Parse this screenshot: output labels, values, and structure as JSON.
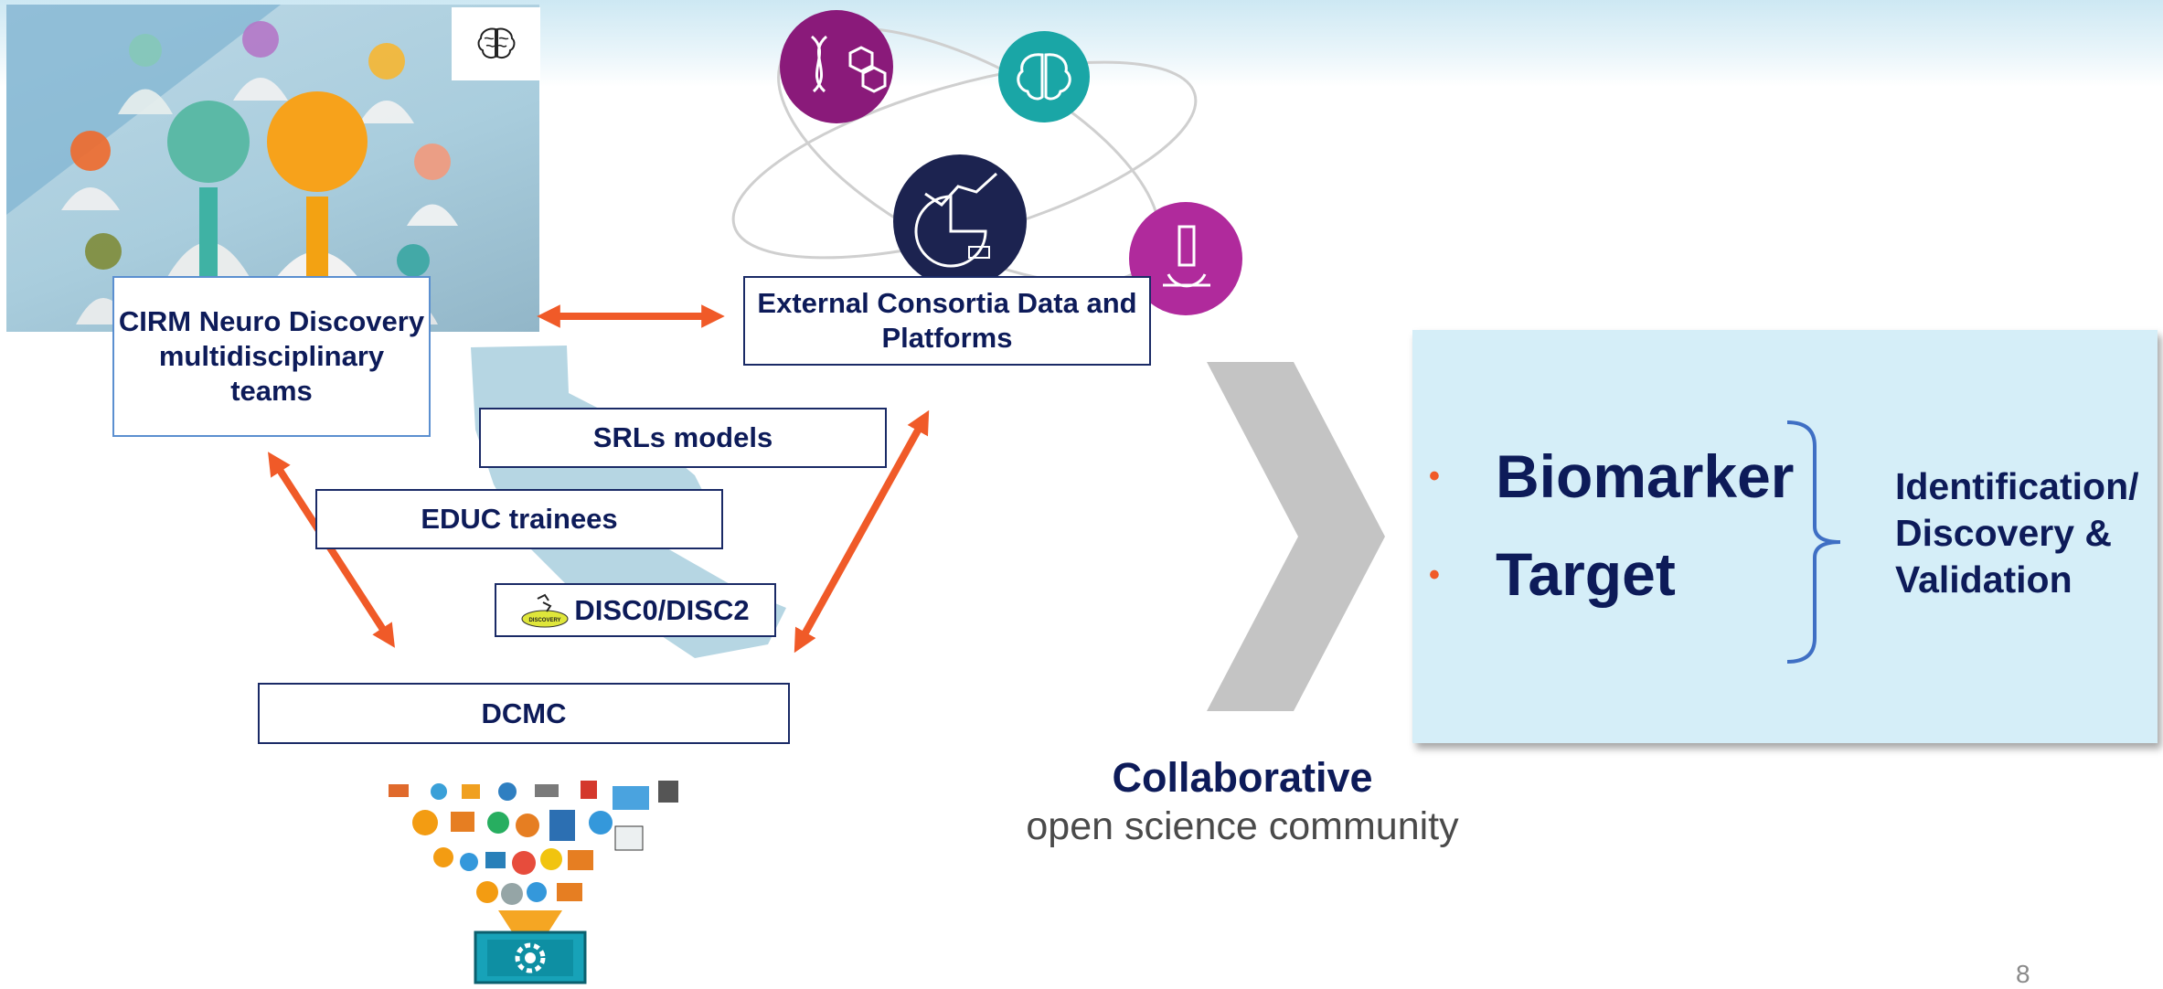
{
  "slide": {
    "page_number": "8",
    "boxes": {
      "cirm": "CIRM Neuro Discovery multidisciplinary teams",
      "external": "External Consortia Data and Platforms",
      "srl": "SRLs models",
      "educ": "EDUC trainees",
      "disc": "DISC0/DISC2",
      "dcmc": "DCMC"
    },
    "disc_logo_text": "DISCOVERY",
    "bullets": [
      "Biomarker",
      "Target"
    ],
    "bracket_text": "Identification/\nDiscovery &\nValidation",
    "collab": {
      "title": "Collaborative",
      "subtitle": "open science community"
    }
  },
  "colors": {
    "navy": "#0d1b59",
    "arrow": "#f05a28",
    "panel": "#d5eef8",
    "chevron": "#c4c4c4",
    "purple": "#8a1a7a",
    "teal": "#1aa6a6",
    "magenta": "#b02a9c",
    "dark_navy": "#1c2350"
  },
  "icons": [
    "brain-icon",
    "dna-molecule-icon",
    "chart-growth-icon",
    "microscope-icon",
    "data-funnel-icon",
    "gear-icon"
  ]
}
